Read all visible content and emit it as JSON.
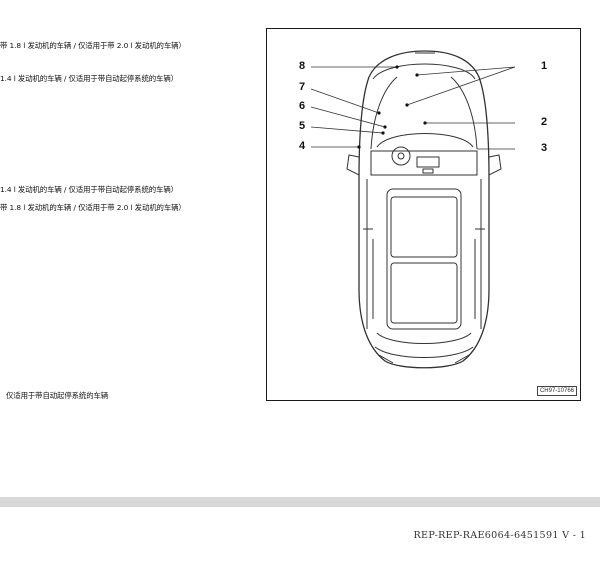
{
  "text_lines": [
    "带 1.8 l 发动机的车辆 / 仅适用于带 2.0 l 发动机的车辆）",
    "1.4 l 发动机的车辆 / 仅适用于带自动起停系统的车辆）",
    "1.4 l 发动机的车辆 / 仅适用于带自动起停系统的车辆）",
    "带 1.8 l 发动机的车辆 / 仅适用于带 2.0 l 发动机的车辆）",
    "仅适用于带自动起停系统的车辆"
  ],
  "figure": {
    "callouts": [
      "1",
      "2",
      "3",
      "4",
      "5",
      "6",
      "7",
      "8"
    ],
    "code": "CH97-10766"
  },
  "footer": {
    "doc_id": "REP-REP-RAE6064-6451591 V - 1"
  }
}
